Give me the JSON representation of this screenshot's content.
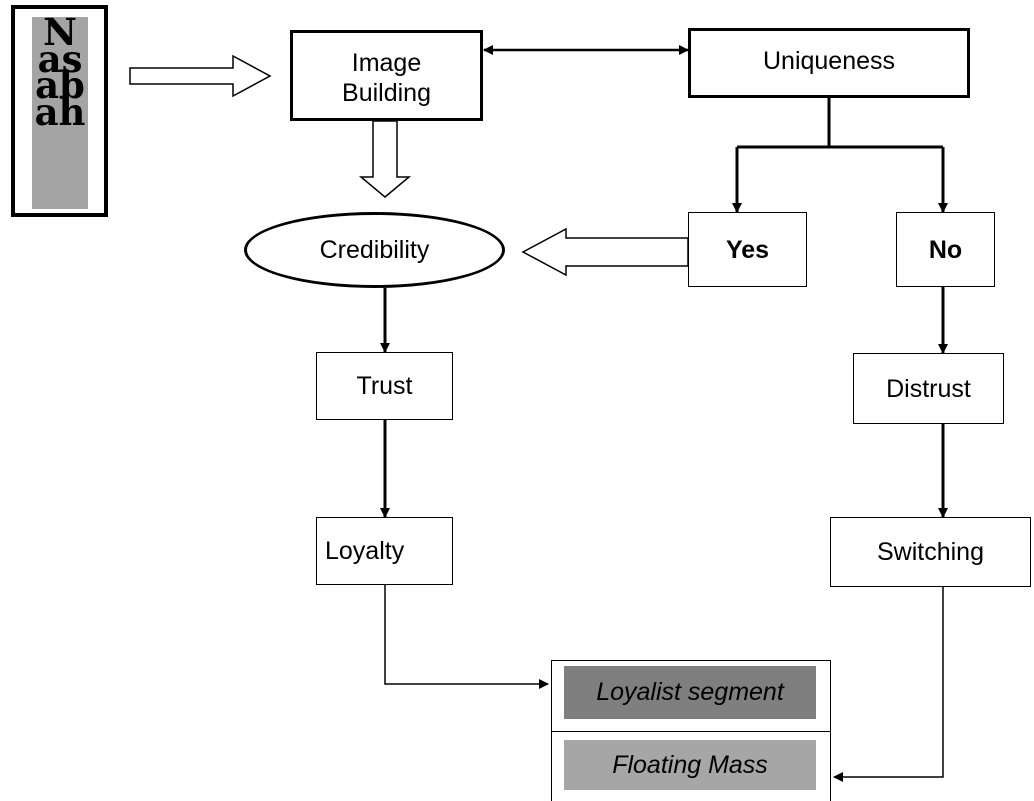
{
  "logo": {
    "text": "Nasabah"
  },
  "nodes": {
    "image_building": "Image Building",
    "uniqueness": "Uniqueness",
    "credibility": "Credibility",
    "yes": "Yes",
    "no": "No",
    "trust": "Trust",
    "distrust": "Distrust",
    "loyalty": "Loyalty",
    "switching": "Switching",
    "loyalist_segment": "Loyalist segment",
    "floating_mass": "Floating Mass"
  },
  "colors": {
    "loyalist_fill": "#7f7f7f",
    "floating_fill": "#a6a6a6",
    "logo_fill": "#a4a4a4"
  }
}
